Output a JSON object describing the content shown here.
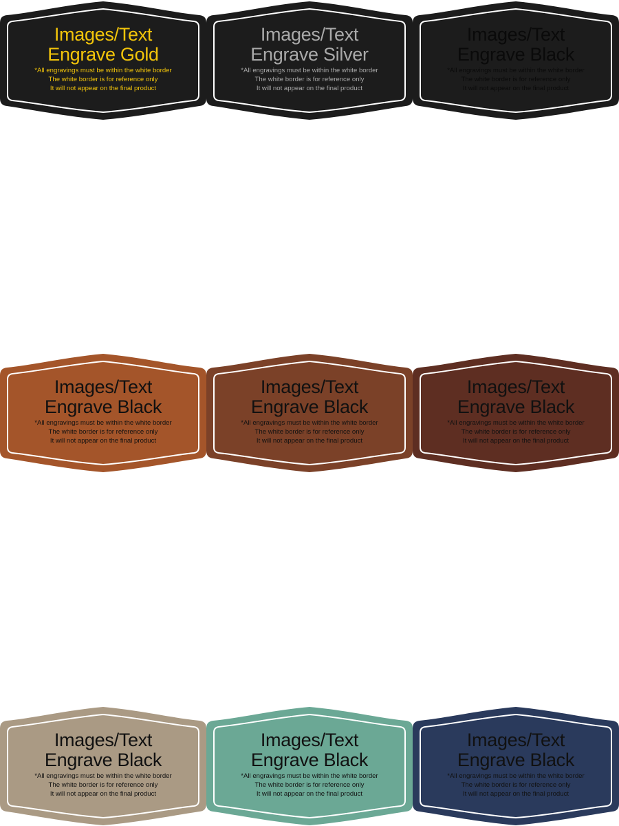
{
  "notes": {
    "line1": "*All engravings must be within the white border",
    "line2": "The white border is for reference only",
    "line3": "It will not appear on the final product"
  },
  "patches": [
    {
      "title": "Images/Text",
      "engrave": "Engrave Gold",
      "color": "#1c1c1c",
      "ink": "#f2c40a",
      "border": "#ffffff"
    },
    {
      "title": "Images/Text",
      "engrave": "Engrave Silver",
      "color": "#1c1c1c",
      "ink": "#a9a9a9",
      "border": "#ffffff"
    },
    {
      "title": "Images/Text",
      "engrave": "Engrave Black",
      "color": "#1c1c1c",
      "ink": "#0a0a0a",
      "border": "#ffffff"
    },
    {
      "title": "Images/Text",
      "engrave": "Engrave Black",
      "color": "#a4552a",
      "ink": "#111111",
      "border": "#ffffff"
    },
    {
      "title": "Images/Text",
      "engrave": "Engrave Black",
      "color": "#7b4128",
      "ink": "#111111",
      "border": "#ffffff"
    },
    {
      "title": "Images/Text",
      "engrave": "Engrave Black",
      "color": "#5e2e22",
      "ink": "#111111",
      "border": "#ffffff"
    },
    {
      "title": "Images/Text",
      "engrave": "Engrave Black",
      "color": "#aa9a84",
      "ink": "#111111",
      "border": "#ffffff"
    },
    {
      "title": "Images/Text",
      "engrave": "Engrave Black",
      "color": "#6ba895",
      "ink": "#111111",
      "border": "#ffffff"
    },
    {
      "title": "Images/Text",
      "engrave": "Engrave Black",
      "color": "#2a3a5c",
      "ink": "#111111",
      "border": "#ffffff"
    }
  ]
}
